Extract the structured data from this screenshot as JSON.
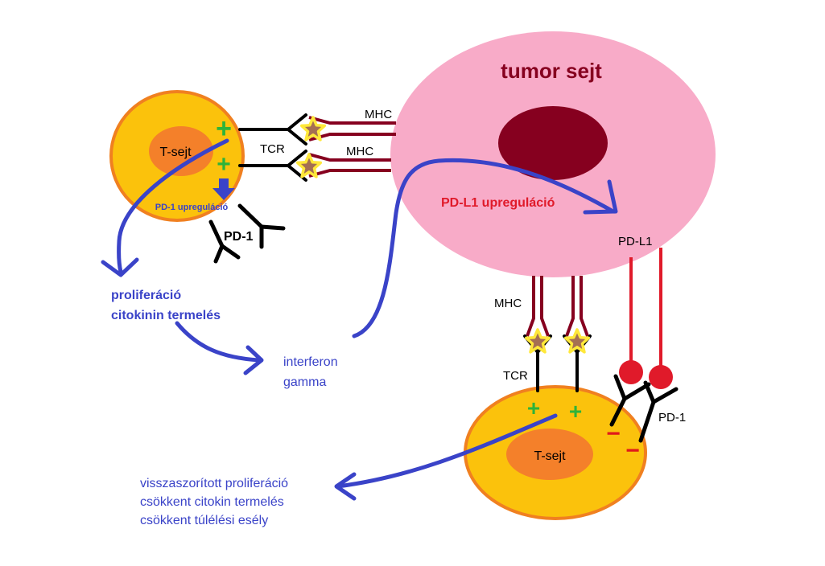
{
  "colors": {
    "tumor_fill": "#f8abc8",
    "nucleus_dark": "#86001f",
    "tcell_fill": "#fbc20c",
    "tcell_border": "#f08020",
    "tcell_nucleus": "#f4802a",
    "mhc": "#86001f",
    "pdl1": "#e01a2a",
    "arrow_blue": "#3a43c8",
    "plus_green": "#2eb33a",
    "minus_red": "#e01a1a",
    "star_fill": "#a56f53",
    "star_border": "#ffe83a",
    "black": "#000000"
  },
  "labels": {
    "tumor_cell": "tumor sejt",
    "pdl1_upregulation": "PD-L1 upreguláció",
    "t_cell_top": "T-sejt",
    "t_cell_bottom": "T-sejt",
    "pd1_upregulation": "PD-1 upreguláció",
    "pd1_top": "PD-1",
    "pd1_bottom": "PD-1",
    "tcr_top": "TCR",
    "tcr_bottom": "TCR",
    "mhc_top_1": "MHC",
    "mhc_top_2": "MHC",
    "mhc_bottom": "MHC",
    "pdl1_receptor": "PD-L1",
    "proliferation_line1": "proliferáció",
    "proliferation_line2": "citokinin termelés",
    "interferon_line1": "interferon",
    "interferon_line2": "gamma",
    "suppressed_line1": "visszaszorított proliferáció",
    "suppressed_line2": "csökkent citokin termelés",
    "suppressed_line3": "csökkent túlélési esély",
    "plus_sign": "+",
    "minus_sign": "−"
  }
}
